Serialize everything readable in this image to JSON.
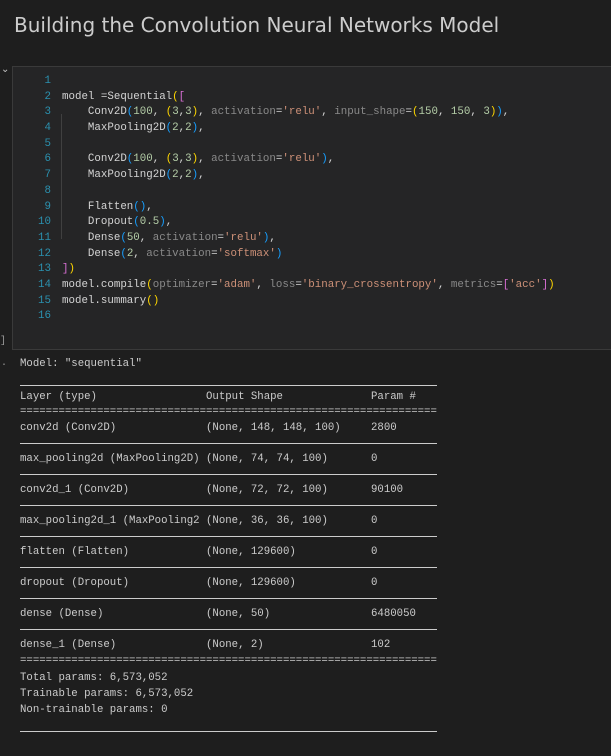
{
  "title": "Building the Convolution Neural Networks Model",
  "code_lines": [
    [],
    [
      [
        "model =Sequential",
        ""
      ],
      [
        "(",
        "p1"
      ],
      [
        "[",
        "p2"
      ]
    ],
    [
      [
        "    Conv2D",
        ""
      ],
      [
        "(",
        "p3"
      ],
      [
        "100",
        "num"
      ],
      [
        ", ",
        ""
      ],
      [
        "(",
        "p1"
      ],
      [
        "3",
        "num"
      ],
      [
        ",",
        ""
      ],
      [
        "3",
        "num"
      ],
      [
        ")",
        "p1"
      ],
      [
        ", ",
        ""
      ],
      [
        "activation",
        "kw"
      ],
      [
        "=",
        ""
      ],
      [
        "'relu'",
        "str"
      ],
      [
        ", ",
        ""
      ],
      [
        "input_shape",
        "kw"
      ],
      [
        "=",
        ""
      ],
      [
        "(",
        "p1"
      ],
      [
        "150",
        "num"
      ],
      [
        ", ",
        ""
      ],
      [
        "150",
        "num"
      ],
      [
        ", ",
        ""
      ],
      [
        "3",
        "num"
      ],
      [
        ")",
        "p1"
      ],
      [
        ")",
        "p3"
      ],
      [
        ",",
        ""
      ]
    ],
    [
      [
        "    MaxPooling2D",
        ""
      ],
      [
        "(",
        "p3"
      ],
      [
        "2",
        "num"
      ],
      [
        ",",
        ""
      ],
      [
        "2",
        "num"
      ],
      [
        ")",
        "p3"
      ],
      [
        ",",
        ""
      ]
    ],
    [],
    [
      [
        "    Conv2D",
        ""
      ],
      [
        "(",
        "p3"
      ],
      [
        "100",
        "num"
      ],
      [
        ", ",
        ""
      ],
      [
        "(",
        "p1"
      ],
      [
        "3",
        "num"
      ],
      [
        ",",
        ""
      ],
      [
        "3",
        "num"
      ],
      [
        ")",
        "p1"
      ],
      [
        ", ",
        ""
      ],
      [
        "activation",
        "kw"
      ],
      [
        "=",
        ""
      ],
      [
        "'relu'",
        "str"
      ],
      [
        ")",
        "p3"
      ],
      [
        ",",
        ""
      ]
    ],
    [
      [
        "    MaxPooling2D",
        ""
      ],
      [
        "(",
        "p3"
      ],
      [
        "2",
        "num"
      ],
      [
        ",",
        ""
      ],
      [
        "2",
        "num"
      ],
      [
        ")",
        "p3"
      ],
      [
        ",",
        ""
      ]
    ],
    [],
    [
      [
        "    Flatten",
        ""
      ],
      [
        "()",
        "p3"
      ],
      [
        ",",
        ""
      ]
    ],
    [
      [
        "    Dropout",
        ""
      ],
      [
        "(",
        "p3"
      ],
      [
        "0.5",
        "num"
      ],
      [
        ")",
        "p3"
      ],
      [
        ",",
        ""
      ]
    ],
    [
      [
        "    Dense",
        ""
      ],
      [
        "(",
        "p3"
      ],
      [
        "50",
        "num"
      ],
      [
        ", ",
        ""
      ],
      [
        "activation",
        "kw"
      ],
      [
        "=",
        ""
      ],
      [
        "'relu'",
        "str"
      ],
      [
        ")",
        "p3"
      ],
      [
        ",",
        ""
      ]
    ],
    [
      [
        "    Dense",
        ""
      ],
      [
        "(",
        "p3"
      ],
      [
        "2",
        "num"
      ],
      [
        ", ",
        ""
      ],
      [
        "activation",
        "kw"
      ],
      [
        "=",
        ""
      ],
      [
        "'softmax'",
        "str"
      ],
      [
        ")",
        "p3"
      ]
    ],
    [
      [
        "]",
        "p2"
      ],
      [
        ")",
        "p1"
      ]
    ],
    [
      [
        "model.compile",
        ""
      ],
      [
        "(",
        "p1"
      ],
      [
        "optimizer",
        "kw"
      ],
      [
        "=",
        ""
      ],
      [
        "'adam'",
        "str"
      ],
      [
        ", ",
        ""
      ],
      [
        "loss",
        "kw"
      ],
      [
        "=",
        ""
      ],
      [
        "'binary_crossentropy'",
        "str"
      ],
      [
        ", ",
        ""
      ],
      [
        "metrics",
        "kw"
      ],
      [
        "=",
        ""
      ],
      [
        "[",
        "p2"
      ],
      [
        "'acc'",
        "str"
      ],
      [
        "]",
        "p2"
      ],
      [
        ")",
        "p1"
      ]
    ],
    [
      [
        "model.summary",
        ""
      ],
      [
        "()",
        "p1"
      ]
    ],
    []
  ],
  "output": {
    "model_line": "Model: \"sequential\"",
    "headers": [
      "Layer (type)",
      "Output Shape",
      "Param #"
    ],
    "double_sep": "=================================================================",
    "rows": [
      [
        "conv2d (Conv2D)",
        "(None, 148, 148, 100)",
        "2800"
      ],
      [
        "max_pooling2d (MaxPooling2D)",
        "(None, 74, 74, 100)",
        "0"
      ],
      [
        "conv2d_1 (Conv2D)",
        "(None, 72, 72, 100)",
        "90100"
      ],
      [
        "max_pooling2d_1 (MaxPooling2",
        "(None, 36, 36, 100)",
        "0"
      ],
      [
        "flatten (Flatten)",
        "(None, 129600)",
        "0"
      ],
      [
        "dropout (Dropout)",
        "(None, 129600)",
        "0"
      ],
      [
        "dense (Dense)",
        "(None, 50)",
        "6480050"
      ],
      [
        "dense_1 (Dense)",
        "(None, 2)",
        "102"
      ]
    ],
    "totals": [
      "Total params: 6,573,052",
      "Trainable params: 6,573,052",
      "Non-trainable params: 0"
    ]
  },
  "exec_marker": "]",
  "chevron_icon": "chevron-down-icon"
}
